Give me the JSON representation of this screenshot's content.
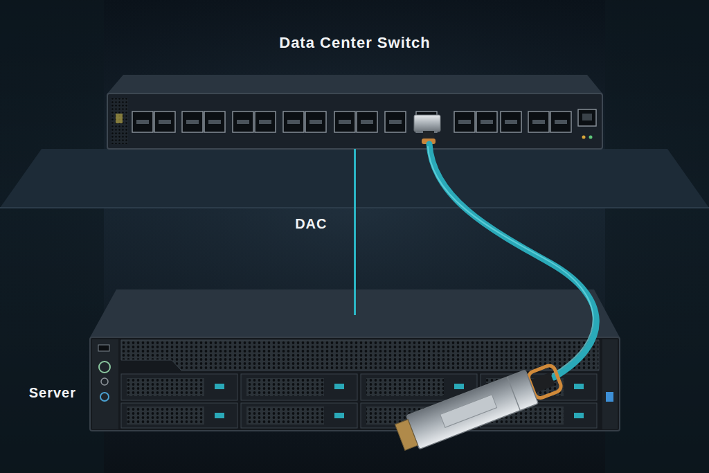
{
  "diagram": {
    "nodes": [
      {
        "text": [
          "Data Center Switch"
        ]
      },
      {
        "text": [
          "Server"
        ]
      }
    ],
    "edges": [
      {
        "from": 0,
        "to": 1,
        "label": "DAC",
        "arrow": "none"
      }
    ]
  }
}
